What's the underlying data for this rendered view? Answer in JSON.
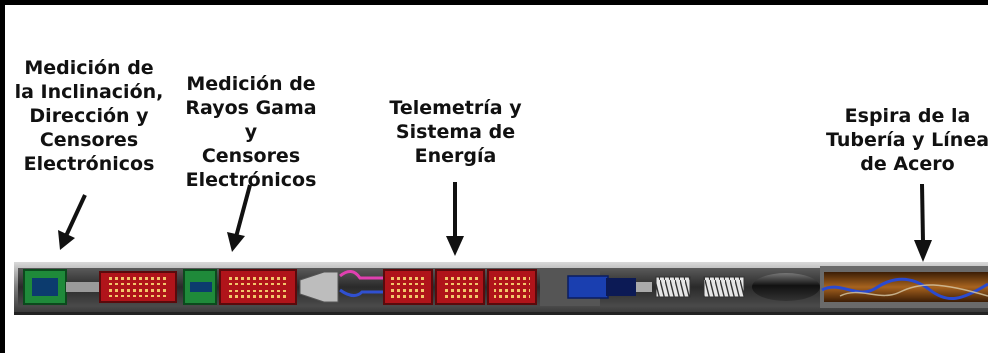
{
  "labels": {
    "inclination": "Medición de\nla Inclinación,\nDirección y\nCensores\nElectrónicos",
    "gamma": "Medición de\nRayos Gama y\nCensores\nElectrónicos",
    "telemetry": "Telemetría y\nSistema de\nEnergía",
    "coil": "Espira de la\nTubería y Línea\nde Acero"
  },
  "colors": {
    "module_red": "#b0141a",
    "module_green": "#1f8a3a",
    "tube_gray": "#8a8a8a",
    "cable_copper": "#8a4b12"
  }
}
